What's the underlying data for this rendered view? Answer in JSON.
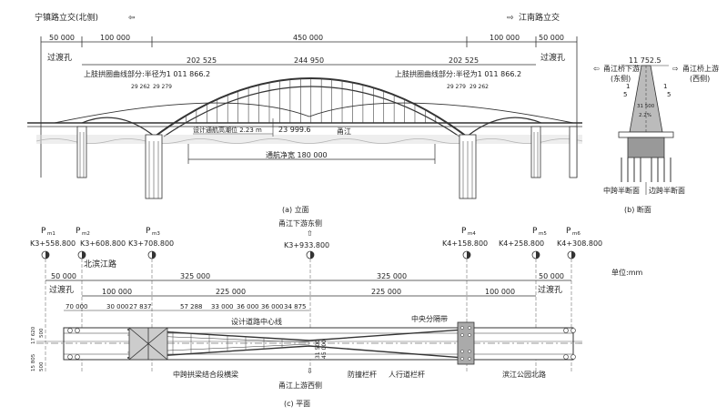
{
  "elevation": {
    "left_road": "宁镇路立交(北侧)",
    "right_road": "江南路立交",
    "dims_top": [
      "50 000",
      "100 000",
      "450 000",
      "100 000",
      "50 000"
    ],
    "transition_hole_left": "过渡孔",
    "transition_hole_right": "过渡孔",
    "span_202_left": "202 525",
    "span_244": "244 950",
    "span_202_right": "202 525",
    "arch_curve_left": "上肢拱圈曲线部分:半径为1 011 866.2",
    "arch_curve_right": "上肢拱圈曲线部分:半径为1 011 866.2",
    "dims_small_left": [
      "29 262",
      "29 279"
    ],
    "dims_small_right": [
      "29 279",
      "29 262"
    ],
    "navigation_level": "设计通航高潮位 2.23 m",
    "clearance_height": "23 999.6",
    "river": "甬江",
    "clearance_width": "通航净宽 180 000",
    "caption": "(a)  立面"
  },
  "section": {
    "width": "11 752.5",
    "downstream": "甬江桥下游",
    "downstream_side": "(东侧)",
    "upstream": "甬江桥上游",
    "upstream_side": "(西侧)",
    "slope": "1",
    "slope_ratio": "5",
    "dim_1": "31 500",
    "dim_2": "2.2%",
    "mid_half": "中跨半断面",
    "side_half": "边跨半断面",
    "caption": "(b)  断面"
  },
  "plan": {
    "piers": [
      {
        "label": "P",
        "sub": "m1",
        "station": "K3+558.800"
      },
      {
        "label": "P",
        "sub": "m2",
        "station": "K3+608.800"
      },
      {
        "label": "P",
        "sub": "m3",
        "station": "K3+708.800"
      },
      {
        "label": "P",
        "sub": "m4",
        "station": "K4+158.800"
      },
      {
        "label": "P",
        "sub": "m5",
        "station": "K4+258.800"
      },
      {
        "label": "P",
        "sub": "m6",
        "station": "K4+308.800"
      }
    ],
    "river_east": "甬江下游东侧",
    "center_station": "K3+933.800",
    "north_road": "北滨江路",
    "unit": "单位:mm",
    "dims_row1": [
      "50 000",
      "325 000",
      "325 000",
      "50 000"
    ],
    "transition_left": "过渡孔",
    "transition_right": "过渡孔",
    "dims_row2": [
      "100 000",
      "225 000",
      "225 000",
      "100 000"
    ],
    "dims_row3": [
      "70 000",
      "30 000",
      "27 837",
      "57 288",
      "33 000",
      "36 000",
      "36 000",
      "34 875"
    ],
    "median": "中央分隔带",
    "road_centerline": "设计道路中心线",
    "width_dims": [
      "31 500",
      "45 000"
    ],
    "left_dims": [
      "15 805",
      "17 620",
      "500",
      "500"
    ],
    "tie_beam": "中跨拱梁结合段横梁",
    "barrier": "防撞栏杆",
    "rail": "人行道栏杆",
    "park_road": "滨江公园北路",
    "river_west": "甬江上游西侧",
    "caption": "(c)  平面"
  }
}
